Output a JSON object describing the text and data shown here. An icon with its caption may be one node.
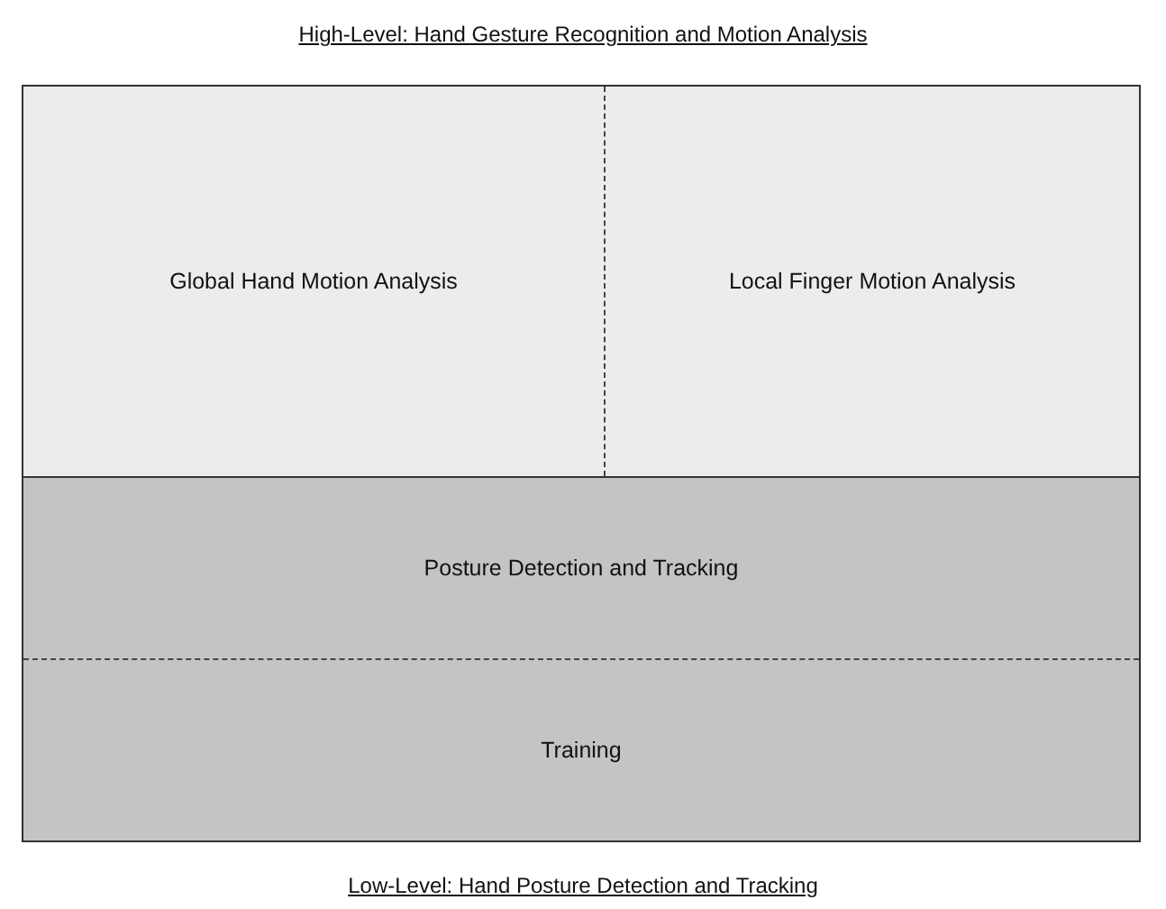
{
  "diagram": {
    "nodes": [
      {
        "text": [
          "Global Hand Motion Analysis"
        ]
      },
      {
        "text": [
          "Local Finger Motion Analysis"
        ]
      },
      {
        "text": [
          "Posture Detection and Tracking"
        ]
      },
      {
        "text": [
          "Training"
        ]
      }
    ],
    "labels": [
      "High-Level: Hand Gesture Recognition and Motion Analysis",
      "Low-Level: Hand Posture Detection and Tracking"
    ]
  }
}
